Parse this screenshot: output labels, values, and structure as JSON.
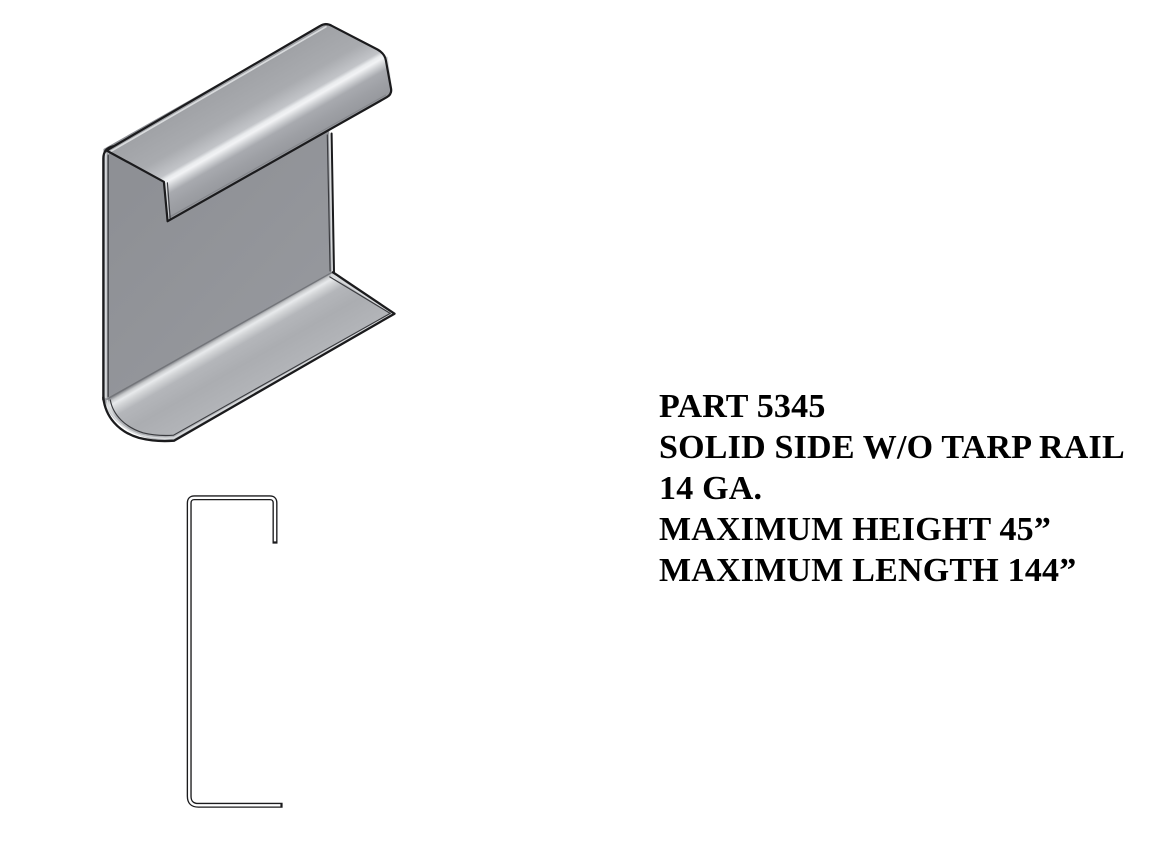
{
  "spec": {
    "lines": [
      "PART 5345",
      "SOLID SIDE W/O TARP RAIL",
      "14 GA.",
      "MAXIMUM HEIGHT 45”",
      "MAXIMUM LENGTH 144”"
    ]
  },
  "figures": {
    "isometric_view": "solid-side-rail-isometric-view",
    "profile_view": "solid-side-rail-cross-section-profile"
  },
  "colors": {
    "paper": "#ffffff",
    "outline": "#1b1b1d",
    "steel_web": "#919398",
    "steel_top": "#a9abaf",
    "steel_bottom": "#b0b2b6",
    "steel_highlight": "#f1f2f4",
    "edge_light": "#d9dbdd",
    "edge_inner_dark": "#3a3b3f",
    "text": "#000000"
  }
}
